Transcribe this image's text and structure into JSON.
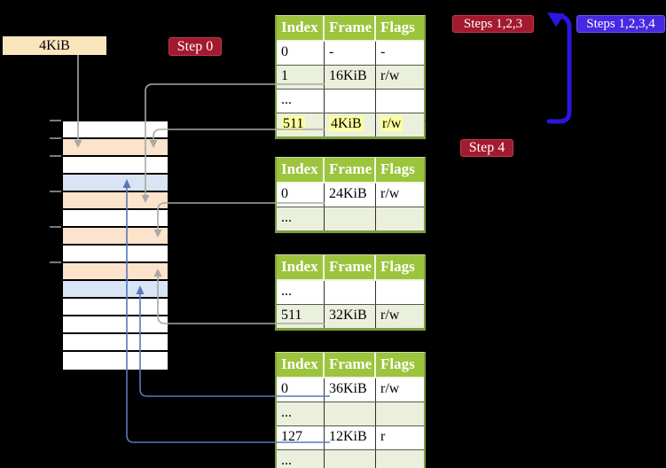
{
  "labels": {
    "page_size": "4KiB"
  },
  "badges": {
    "step0": {
      "label": "Step 0",
      "color": "#A21A2E"
    },
    "steps123": {
      "label": "Steps 1,2,3",
      "color": "#A21A2E"
    },
    "steps1234": {
      "label": "Steps 1,2,3,4",
      "color": "#4629E2"
    },
    "step4": {
      "label": "Step 4",
      "color": "#A21A2E"
    }
  },
  "memory_column": {
    "rows": [
      "white",
      "peach",
      "white",
      "blue",
      "peach",
      "white",
      "peach",
      "white",
      "peach",
      "blue",
      "white",
      "white",
      "white",
      "white"
    ]
  },
  "page_tables": [
    {
      "headers": [
        "Index",
        "Frame",
        "Flags"
      ],
      "rows": [
        {
          "index": "0",
          "frame": "-",
          "flags": "-",
          "shade": "white",
          "highlight": false
        },
        {
          "index": "1",
          "frame": "16KiB",
          "flags": "r/w",
          "shade": "green",
          "highlight": false
        },
        {
          "index": "...",
          "frame": "",
          "flags": "",
          "shade": "white",
          "highlight": false
        },
        {
          "index": "511",
          "frame": "4KiB",
          "flags": "r/w",
          "shade": "green",
          "highlight": true
        }
      ]
    },
    {
      "headers": [
        "Index",
        "Frame",
        "Flags"
      ],
      "rows": [
        {
          "index": "0",
          "frame": "24KiB",
          "flags": "r/w",
          "shade": "white",
          "highlight": false
        },
        {
          "index": "...",
          "frame": "",
          "flags": "",
          "shade": "green",
          "highlight": false
        }
      ]
    },
    {
      "headers": [
        "Index",
        "Frame",
        "Flags"
      ],
      "rows": [
        {
          "index": "...",
          "frame": "",
          "flags": "",
          "shade": "white",
          "highlight": false
        },
        {
          "index": "511",
          "frame": "32KiB",
          "flags": "r/w",
          "shade": "green",
          "highlight": false
        }
      ]
    },
    {
      "headers": [
        "Index",
        "Frame",
        "Flags"
      ],
      "rows": [
        {
          "index": "0",
          "frame": "36KiB",
          "flags": "r/w",
          "shade": "white",
          "highlight": false
        },
        {
          "index": "...",
          "frame": "",
          "flags": "",
          "shade": "green",
          "highlight": false
        },
        {
          "index": "127",
          "frame": "12KiB",
          "flags": "r",
          "shade": "white",
          "highlight": false
        },
        {
          "index": "...",
          "frame": "",
          "flags": "",
          "shade": "green",
          "highlight": false
        }
      ]
    }
  ],
  "colors": {
    "background": "#000000",
    "table_header_green": "#9CC43C",
    "table_row_green": "#EAF0DB",
    "table_border_olive": "#7E9E3E",
    "highlight_yellow": "#FEFE9E",
    "frame_peach": "#FBE3CC",
    "frame_blue": "#D9E5F5",
    "label_beige": "#FBE5BC",
    "badge_red": "#A21A2E",
    "badge_blue": "#4629E2",
    "arrow_blue": "#2B16DF",
    "connector_gray": "#A8A8A8",
    "connector_steelblue": "#5878B8"
  }
}
